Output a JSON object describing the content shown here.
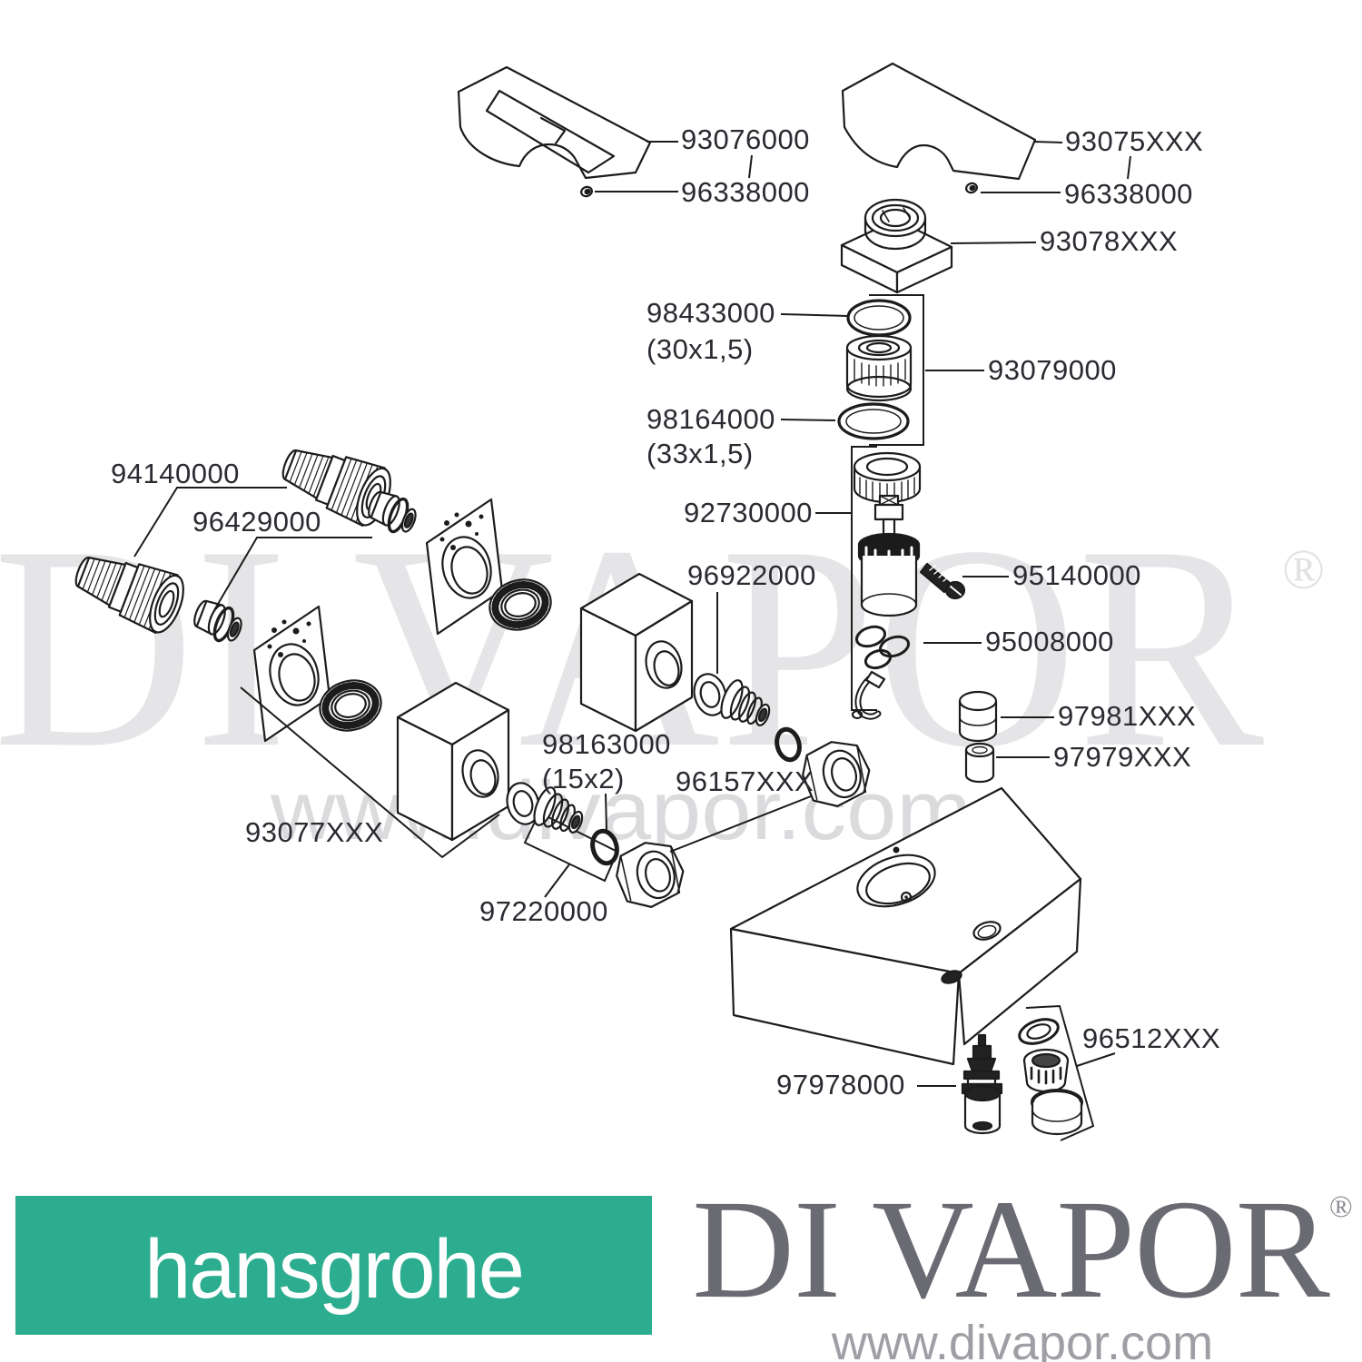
{
  "diagram": {
    "watermarks": {
      "brand": "DI VAPOR",
      "registered": "®",
      "url": "www.divapor.com"
    },
    "labels": [
      "93076000",
      "96338000",
      "93075XXX",
      "96338000",
      "93078XXX",
      "98433000",
      "(30x1,5)",
      "93079000",
      "98164000",
      "(33x1,5)",
      "92730000",
      "94140000",
      "96429000",
      "95140000",
      "96922000",
      "95008000",
      "97981XXX",
      "97979XXX",
      "98163000",
      "(15x2)",
      "96157XXX",
      "93077XXX",
      "97220000",
      "96512XXX",
      "97978000"
    ]
  },
  "footer": {
    "brand_left": "hansgrohe",
    "brand_right": "DI VAPOR",
    "registered": "®",
    "url": "www.divapor.com",
    "accent_green": "#2CAD8F",
    "logo_gray": "#6A6A73"
  }
}
